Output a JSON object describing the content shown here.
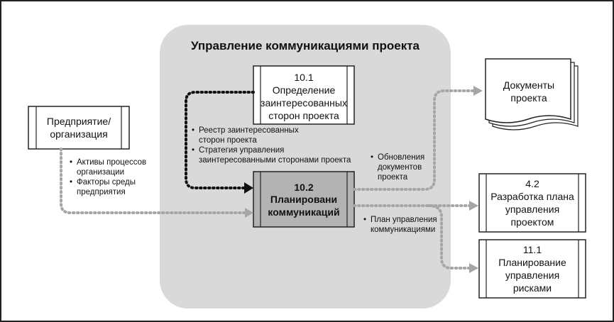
{
  "process_group_title": "Управление коммуникациями проекта",
  "boxes": {
    "enterprise": "Предприятие/\nорганизация",
    "identify": {
      "number": "10.1",
      "name": "Определение\nзаинтересованных\nсторон проекта"
    },
    "plan": {
      "number": "10.2",
      "name": "Планировани\nкоммуникаций"
    },
    "project_docs": "Документы\nпроекта",
    "dev_plan": {
      "number": "4.2",
      "name": "Разработка плана\nуправления\nпроектом"
    },
    "risk_plan": {
      "number": "11.1",
      "name": "Планирование\nуправления\nрисками"
    }
  },
  "flows": {
    "enterprise_in": [
      "Активы процессов\nорганизации",
      "Факторы среды\nпредприятия"
    ],
    "identify_in": [
      "Реестр заинтересованных\nсторон проекта",
      "Стратегия управления\nзаинтересованными сторонами проекта"
    ],
    "docs_out": [
      "Обновления\nдокументов\nпроекта"
    ],
    "plan_out": [
      "План управления\nкоммуникациями"
    ]
  },
  "colors": {
    "group_bg": "#d9d9d9",
    "plan_box_bg": "#b3b3b3",
    "dotted_gray": "#a6a6a6",
    "dotted_black": "#111111"
  }
}
